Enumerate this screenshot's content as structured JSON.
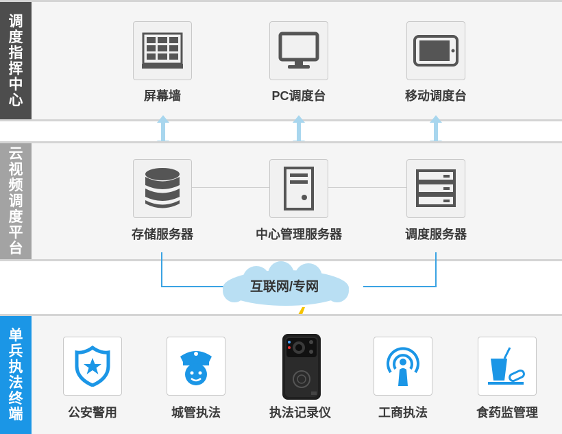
{
  "tiers": {
    "command": "调度指挥中心",
    "platform": "云视频调度平台",
    "terminal": "单兵执法终端"
  },
  "command_nodes": [
    {
      "label": "屏幕墙",
      "icon": "video-wall-icon"
    },
    {
      "label": "PC调度台",
      "icon": "monitor-icon"
    },
    {
      "label": "移动调度台",
      "icon": "tablet-icon"
    }
  ],
  "platform_nodes": [
    {
      "label": "存储服务器",
      "icon": "database-icon"
    },
    {
      "label": "中心管理服务器",
      "icon": "tower-server-icon"
    },
    {
      "label": "调度服务器",
      "icon": "rack-server-icon"
    }
  ],
  "network": {
    "label": "互联网/专网",
    "icon": "cloud-icon"
  },
  "terminal_nodes": [
    {
      "label": "公安警用",
      "icon": "police-badge-icon"
    },
    {
      "label": "城管执法",
      "icon": "officer-icon"
    },
    {
      "label": "执法记录仪",
      "icon": "body-camera-icon"
    },
    {
      "label": "工商执法",
      "icon": "signal-person-icon"
    },
    {
      "label": "食药监管理",
      "icon": "food-drug-icon"
    }
  ],
  "colors": {
    "command_side": "#4d4d4d",
    "platform_side": "#a3a3a3",
    "terminal_side": "#1b96e6",
    "icon_gray": "#555555",
    "icon_blue": "#1b96e6",
    "arrow": "#a8d6ee",
    "cloud": "#b9dff3",
    "link_line": "#3aa3e3",
    "lightning": "#f5c300"
  }
}
